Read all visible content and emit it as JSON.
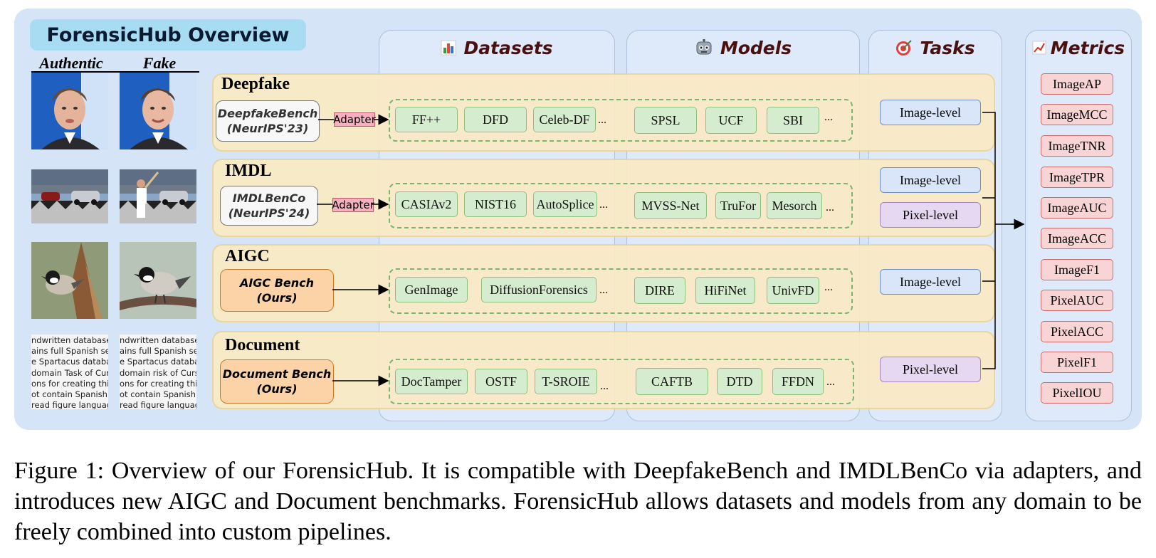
{
  "title": "ForensicHub Overview",
  "examples": {
    "authentic_label": "Authentic",
    "fake_label": "Fake",
    "document_text_authentic": [
      "ndwritten database fo",
      "ains full Spanish sent",
      "e Spartacus database",
      "domain Task of Curs",
      "ons for creating this c",
      "ot contain Spanish sen",
      "read figure language."
    ],
    "document_text_fake": [
      "ndwritten database fo",
      "ains full Spanish sent",
      "e Spartacus database",
      "domain risk of Curs",
      "ons for creating this c",
      "ot contain Spanish sen",
      "read figure language."
    ]
  },
  "columns": {
    "datasets": {
      "label": "Datasets",
      "icon": "bar-chart-icon"
    },
    "models": {
      "label": "Models",
      "icon": "robot-icon"
    },
    "tasks": {
      "label": "Tasks",
      "icon": "target-icon"
    },
    "metrics": {
      "label": "Metrics",
      "icon": "line-chart-icon"
    }
  },
  "domains": [
    {
      "name": "Deepfake",
      "bench_line1": "DeepfakeBench",
      "bench_line2": "(NeurIPS'23)",
      "bench_kind": "external",
      "adapter": "Adapter",
      "datasets": [
        "FF++",
        "DFD",
        "Celeb-DF"
      ],
      "models": [
        "SPSL",
        "UCF",
        "SBI"
      ],
      "tasks": [
        "Image-level"
      ]
    },
    {
      "name": "IMDL",
      "bench_line1": "IMDLBenCo",
      "bench_line2": "(NeurIPS'24)",
      "bench_kind": "external",
      "adapter": "Adapter",
      "datasets": [
        "CASIAv2",
        "NIST16",
        "AutoSplice"
      ],
      "models": [
        "MVSS-Net",
        "TruFor",
        "Mesorch"
      ],
      "tasks": [
        "Image-level",
        "Pixel-level"
      ]
    },
    {
      "name": "AIGC",
      "bench_line1": "AIGC Bench",
      "bench_line2": "(Ours)",
      "bench_kind": "ours",
      "datasets": [
        "GenImage",
        "DiffusionForensics"
      ],
      "models": [
        "DIRE",
        "HiFiNet",
        "UnivFD"
      ],
      "tasks": [
        "Image-level"
      ]
    },
    {
      "name": "Document",
      "bench_line1": "Document Bench",
      "bench_line2": "(Ours)",
      "bench_kind": "ours",
      "datasets": [
        "DocTamper",
        "OSTF",
        "T-SROIE"
      ],
      "models": [
        "CAFTB",
        "DTD",
        "FFDN"
      ],
      "tasks": [
        "Pixel-level"
      ]
    }
  ],
  "ellipsis": "...",
  "metrics": [
    "ImageAP",
    "ImageMCC",
    "ImageTNR",
    "ImageTPR",
    "ImageAUC",
    "ImageACC",
    "ImageF1",
    "PixelAUC",
    "PixelACC",
    "PixelF1",
    "PixelIOU"
  ],
  "caption": "Figure 1: Overview of our ForensicHub. It is compatible with DeepfakeBench and IMDLBenCo via adapters, and introduces new AIGC and Document benchmarks. ForensicHub allows datasets and models from any domain to be freely combined into custom pipelines.",
  "colors": {
    "panel": "#d5e4f6",
    "title_bg": "#a8dcf2",
    "band": "#fbebc3",
    "chip": "#d6eccf",
    "metric": "#f8d4d4",
    "task_image": "#d9e6fa",
    "task_pixel": "#e6d8f0",
    "ours": "#fbd3a6",
    "adapter": "#f6b0c0"
  }
}
